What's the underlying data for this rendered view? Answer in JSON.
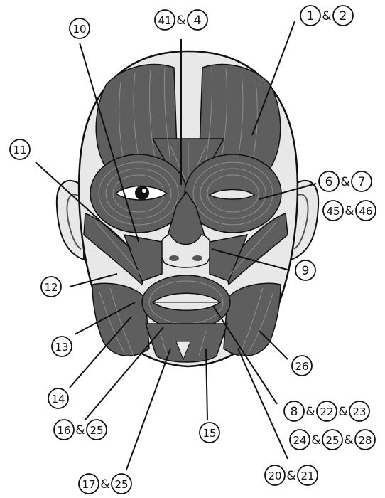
{
  "labels": [
    {
      "id": "l1",
      "parts": [
        "10"
      ]
    },
    {
      "id": "l2",
      "parts": [
        "41",
        "&",
        "4"
      ]
    },
    {
      "id": "l3",
      "parts": [
        "1",
        "&",
        "2"
      ]
    },
    {
      "id": "l4",
      "parts": [
        "11"
      ]
    },
    {
      "id": "l5",
      "parts": [
        "6",
        "&",
        "7"
      ]
    },
    {
      "id": "l6",
      "parts": [
        "45",
        "&",
        "46"
      ]
    },
    {
      "id": "l7",
      "parts": [
        "9"
      ]
    },
    {
      "id": "l8",
      "parts": [
        "12"
      ]
    },
    {
      "id": "l9",
      "parts": [
        "13"
      ]
    },
    {
      "id": "l10",
      "parts": [
        "26"
      ]
    },
    {
      "id": "l11",
      "parts": [
        "14"
      ]
    },
    {
      "id": "l12",
      "parts": [
        "8",
        "&",
        "22",
        "&",
        "23"
      ]
    },
    {
      "id": "l13",
      "parts": [
        "16",
        "&",
        "25"
      ]
    },
    {
      "id": "l14",
      "parts": [
        "15"
      ]
    },
    {
      "id": "l15",
      "parts": [
        "24",
        "&",
        "25",
        "&",
        "28"
      ]
    },
    {
      "id": "l16",
      "parts": [
        "17",
        "&",
        "25"
      ]
    },
    {
      "id": "l17",
      "parts": [
        "20",
        "&",
        "21"
      ]
    }
  ],
  "colors": {
    "muscle": "#5e5e5e",
    "muscle_dark": "#3a3a3a",
    "muscle_line": "#8e8e8e",
    "skin": "#e8e8e8",
    "outline": "#111111",
    "background": "#ffffff"
  }
}
